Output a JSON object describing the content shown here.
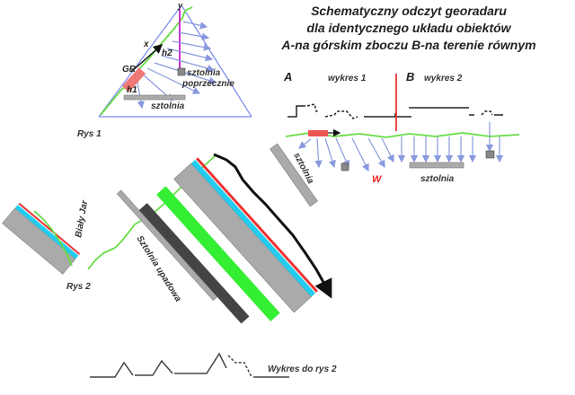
{
  "title": {
    "line1": "Schematyczny odczyt georadaru",
    "line2": "dla identycznego układu obiektów",
    "line3": "A-na górskim zboczu B-na terenie równym"
  },
  "rys1": {
    "caption": "Rys 1",
    "label_y": "y",
    "label_x": "x",
    "label_gr": "GR",
    "label_h1": "h1",
    "label_h2": "h2",
    "label_cross_1": "sztolnia",
    "label_cross_2": "poprzecznie",
    "label_tunnel": "sztolnia"
  },
  "panelA": {
    "letter": "A",
    "chart": "wykres 1",
    "tunnel": "sztolnia",
    "w": "W"
  },
  "panelB": {
    "letter": "B",
    "chart": "wykres 2",
    "tunnel": "sztolnia"
  },
  "rys2": {
    "caption": "Rys 2",
    "bialy_jar": "Biały Jar",
    "tunnel": "Sztolnia upadowa",
    "chart_caption": "Wykres do rys 2"
  },
  "colors": {
    "green": "#66dd44",
    "blue_arrow": "#8899dd",
    "red": "#ee3333",
    "cyan": "#22ccee",
    "gray": "#aaaaaa",
    "dark": "#444444",
    "bright_green": "#33ee33"
  }
}
